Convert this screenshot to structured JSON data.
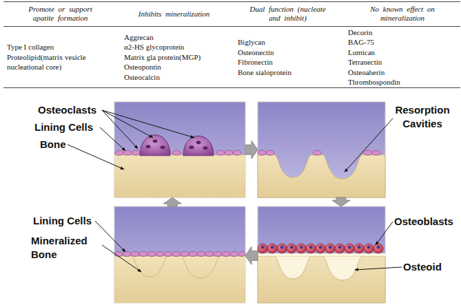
{
  "diagram": {
    "nodes": [
      {
        "text": [
          "Osteoclasts",
          "Lining Cells",
          "Bone"
        ]
      },
      {
        "text": [
          "Resorption Cavities"
        ]
      },
      {
        "text": [
          "Lining Cells",
          "Mineralized Bone"
        ]
      },
      {
        "text": [
          "Osteoblasts",
          "Osteoid"
        ]
      }
    ],
    "edges": [
      {
        "from": 0,
        "to": 1,
        "arrow": "to"
      },
      {
        "from": 1,
        "to": 3,
        "arrow": "to"
      },
      {
        "from": 3,
        "to": 2,
        "arrow": "to"
      },
      {
        "from": 2,
        "to": 0,
        "arrow": "to"
      }
    ],
    "labels": [
      "Promote or support apatite formation",
      "Inhibits mineralization",
      "Dual function (nucleate and inhibit)",
      "No known effect on mineralization",
      "Type I collagen",
      "Proteolipid(matrix vesicle nucleational core)",
      "Aggrecan",
      "α2-HS glycoprotein",
      "Matrix gla protein(MGP)",
      "Osteopontin",
      "Osteocalcin",
      "Biglycan",
      "Osteonectin",
      "Fibronectin",
      "Bone sialoprotein",
      "Decorin",
      "BAG-75",
      "Lumican",
      "Tetranectin",
      "Osteoaherin",
      "Thrombospondin"
    ]
  }
}
